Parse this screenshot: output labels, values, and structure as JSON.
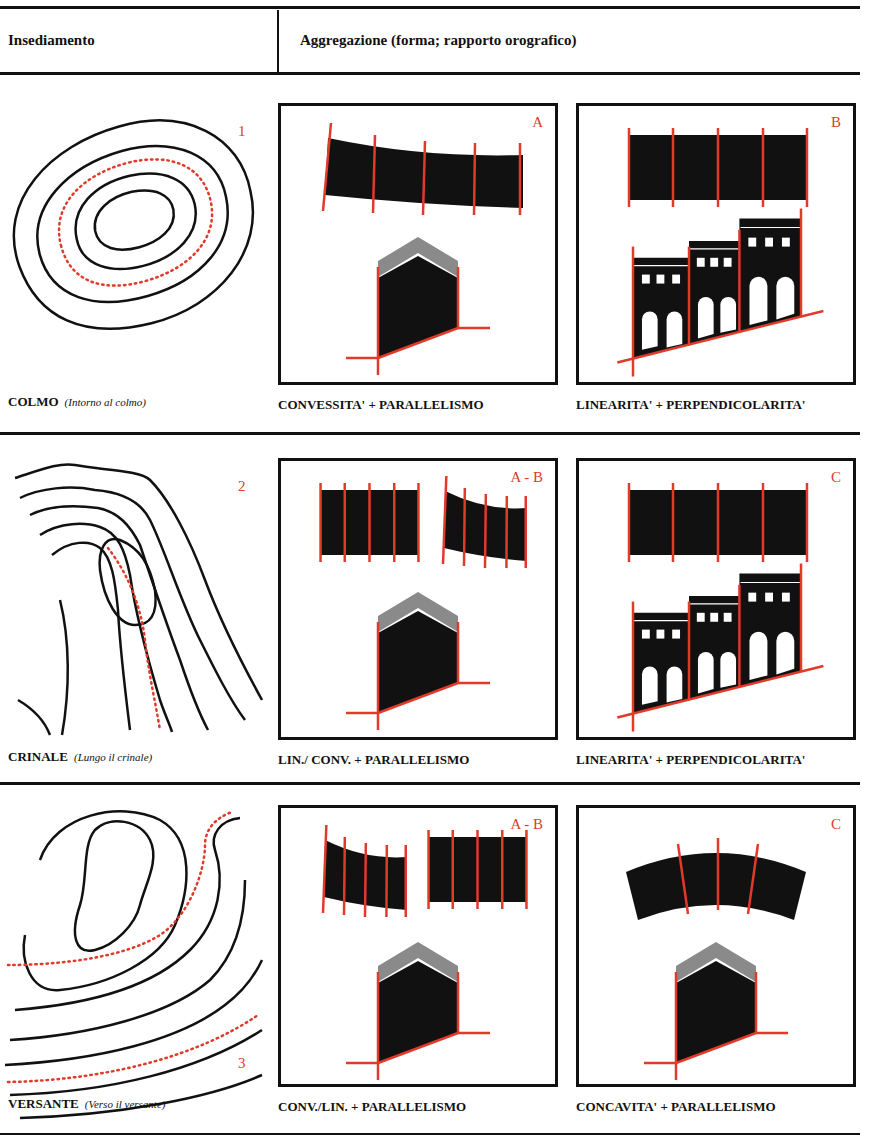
{
  "diagram": {
    "nodes": [
      {
        "text": [
          "A",
          "CONVESSITA' + PARALLELISMO"
        ]
      },
      {
        "text": [
          "B",
          "LINEARITA' + PERPENDICOLARITA'"
        ]
      },
      {
        "text": [
          "A - B",
          "LIN./ CONV. + PARALLELISMO"
        ]
      },
      {
        "text": [
          "C",
          "LINEARITA' + PERPENDICOLARITA'"
        ]
      },
      {
        "text": [
          "A - B",
          "CONV./LIN. + PARALLELISMO"
        ]
      },
      {
        "text": [
          "C",
          "CONCAVITA' + PARALLELISMO"
        ]
      }
    ],
    "labels": [
      "Insediamento",
      "Aggregazione (forma; rapporto orografico)",
      "1",
      "COLMO",
      "(Intorno al colmo)",
      "2",
      "CRINALE",
      "(Lungo il crinale)",
      "3",
      "VERSANTE",
      "(Verso il versante)"
    ]
  }
}
